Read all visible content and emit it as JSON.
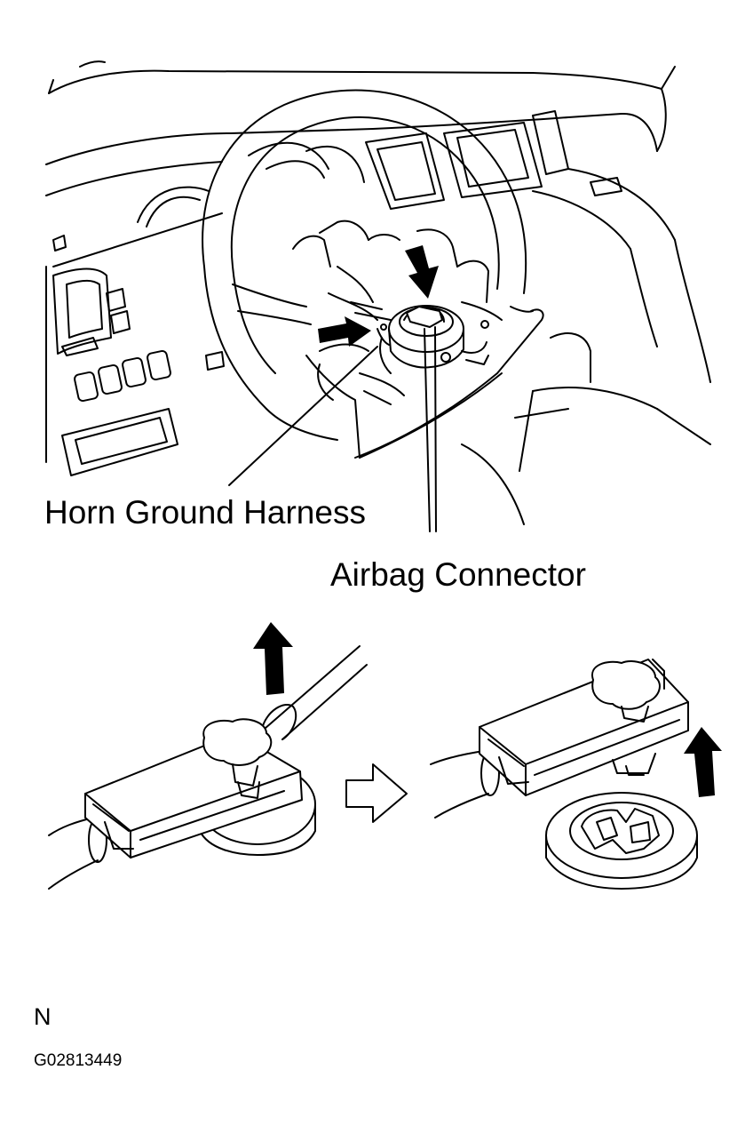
{
  "labels": {
    "horn_ground_harness": "Horn Ground Harness",
    "airbag_connector": "Airbag Connector"
  },
  "view_letter": "N",
  "figure_code": "G02813449"
}
